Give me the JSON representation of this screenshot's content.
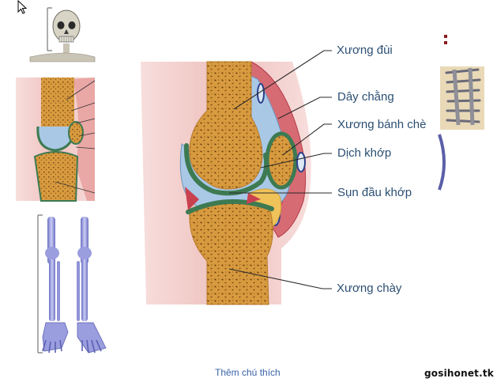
{
  "diagram": {
    "labels": {
      "femur": "Xương đùi",
      "ligament": "Dây chằng",
      "patella": "Xương bánh chè",
      "synovial_fluid": "Dịch khớp",
      "cartilage": "Sụn đầu khớp",
      "tibia": "Xương chày"
    },
    "caption": "Thêm chú thích",
    "watermark": "gosihonet.tk"
  },
  "colors": {
    "bone": "#d79a3e",
    "marrow_dots": "#6b3d12",
    "cartilage_green": "#3d7a52",
    "fluid_blue": "#a9c8e6",
    "soft_tissue": "#efc3c0",
    "ligament_red": "#c9414f",
    "label_text": "#2c4f73",
    "skeleton_blue": "#8f93d8"
  }
}
